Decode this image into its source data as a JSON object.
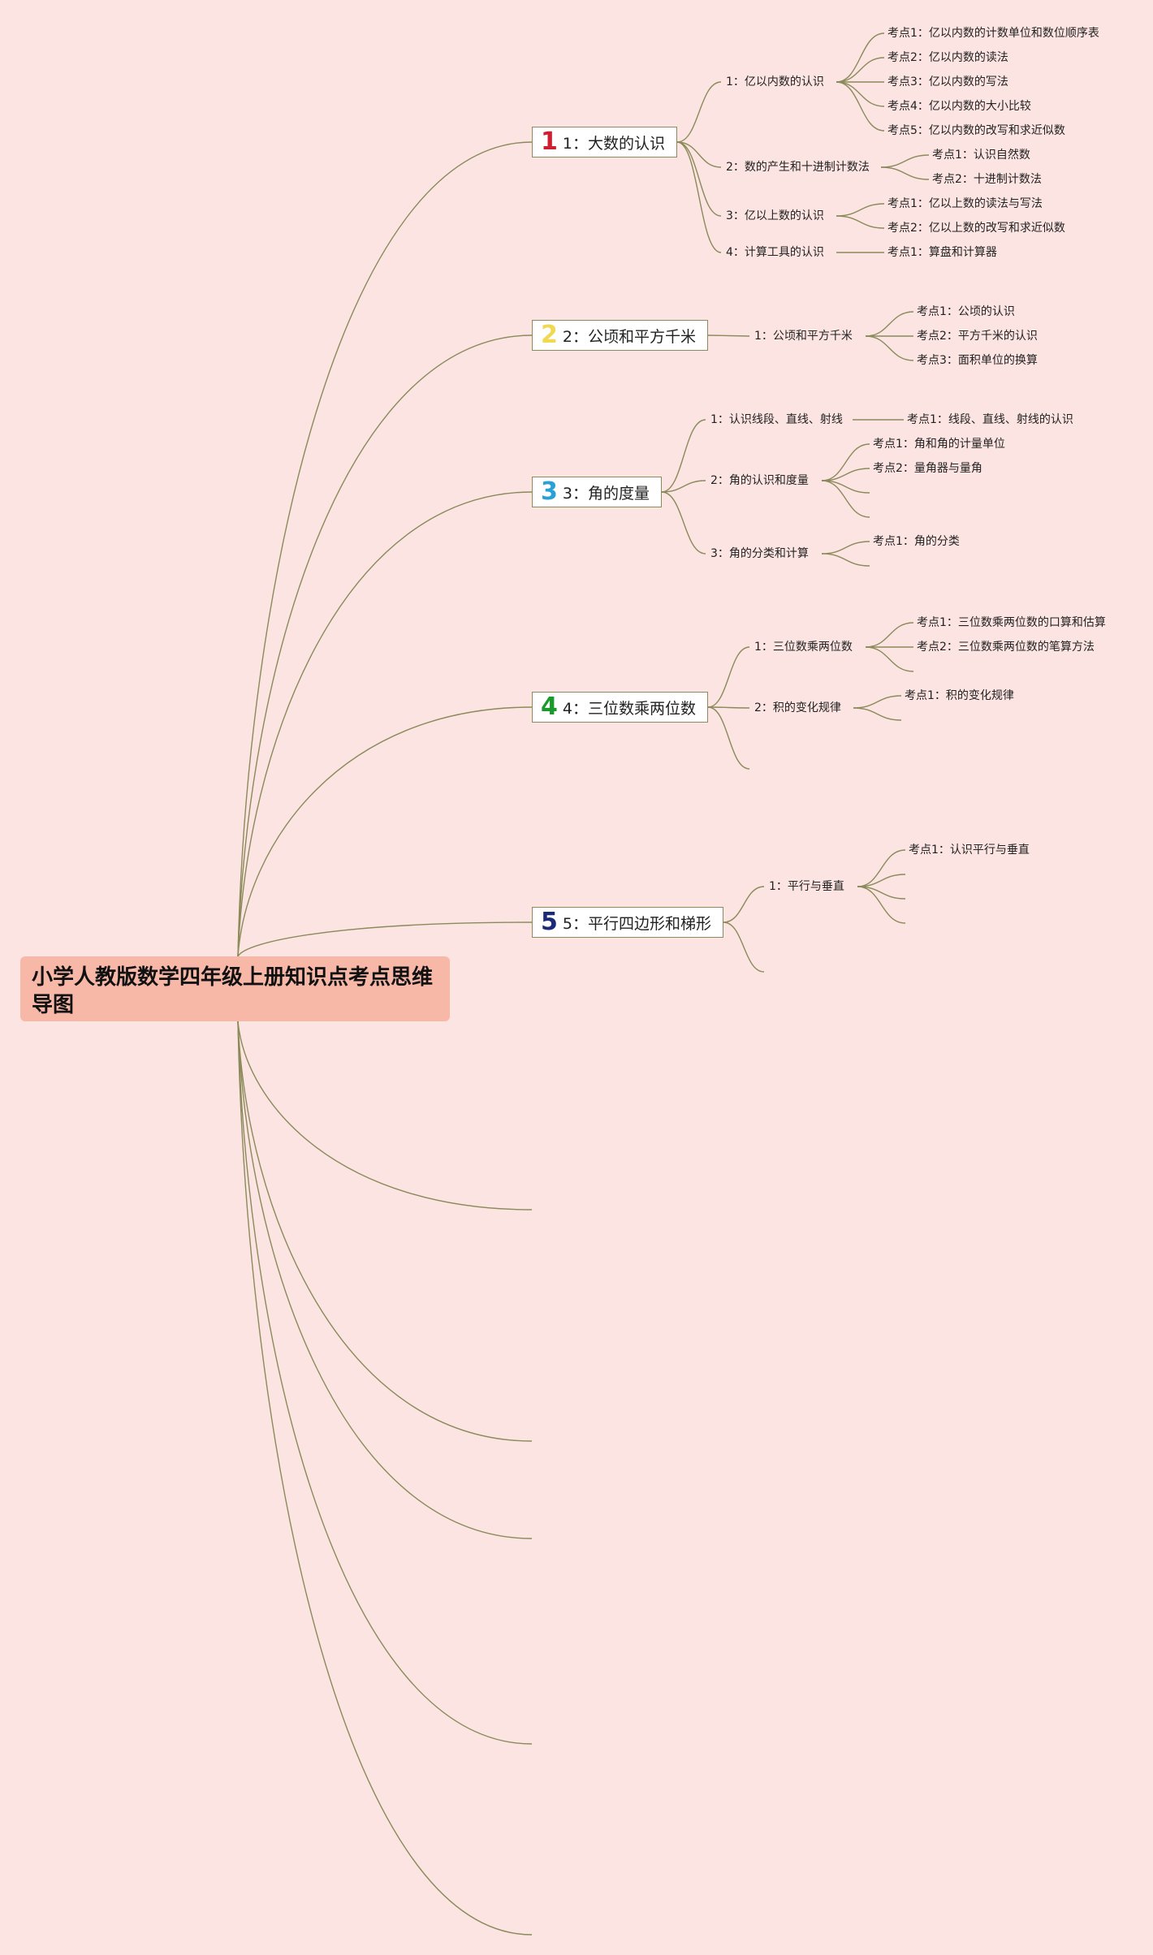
{
  "title": "小学人教版数学四年级上册知识点考点思维导图",
  "colors": {
    "background": "#fce4e2",
    "root_fill": "#f8b8a8",
    "link": "#8a8a5a"
  },
  "topics": [
    {
      "num": "1",
      "num_color": "#cc2030",
      "label": "1：大数的认识",
      "subs": [
        {
          "label": "1：亿以内数的认识",
          "points": [
            "考点1：亿以内数的计数单位和数位顺序表",
            "考点2：亿以内数的读法",
            "考点3：亿以内数的写法",
            "考点4：亿以内数的大小比较",
            "考点5：亿以内数的改写和求近似数"
          ]
        },
        {
          "label": "2：数的产生和十进制计数法",
          "points": [
            "考点1：认识自然数",
            "考点2：十进制计数法"
          ]
        },
        {
          "label": "3：亿以上数的认识",
          "points": [
            "考点1：亿以上数的读法与写法",
            "考点2：亿以上数的改写和求近似数"
          ]
        },
        {
          "label": "4：计算工具的认识",
          "points": [
            "考点1：算盘和计算器"
          ]
        }
      ]
    },
    {
      "num": "2",
      "num_color": "#f0d850",
      "label": "2：公顷和平方千米",
      "subs": [
        {
          "label": "1：公顷和平方千米",
          "points": [
            "考点1：公顷的认识",
            "考点2：平方千米的认识",
            "考点3：面积单位的换算"
          ]
        }
      ]
    },
    {
      "num": "3",
      "num_color": "#2aa0d8",
      "label": "3：角的度量",
      "subs": [
        {
          "label": "1：认识线段、直线、射线",
          "points": [
            "考点1：线段、直线、射线的认识"
          ]
        },
        {
          "label": "2：角的认识和度量",
          "points": [
            "考点1：角和角的计量单位",
            "考点2：量角器与量角"
          ]
        },
        {
          "label": "3：角的分类和计算",
          "points": [
            "考点1：角的分类"
          ]
        }
      ]
    },
    {
      "num": "4",
      "num_color": "#1a9a2a",
      "label": "4：三位数乘两位数",
      "subs": [
        {
          "label": "1：三位数乘两位数",
          "points": [
            "考点1：三位数乘两位数的口算和估算",
            "考点2：三位数乘两位数的笔算方法"
          ]
        },
        {
          "label": "2：积的变化规律",
          "points": [
            "考点1：积的变化规律"
          ]
        }
      ]
    },
    {
      "num": "5",
      "num_color": "#1a2a78",
      "label": "5：平行四边形和梯形",
      "subs": [
        {
          "label": "1：平行与垂直",
          "points": [
            "考点1：认识平行与垂直"
          ]
        }
      ]
    }
  ]
}
